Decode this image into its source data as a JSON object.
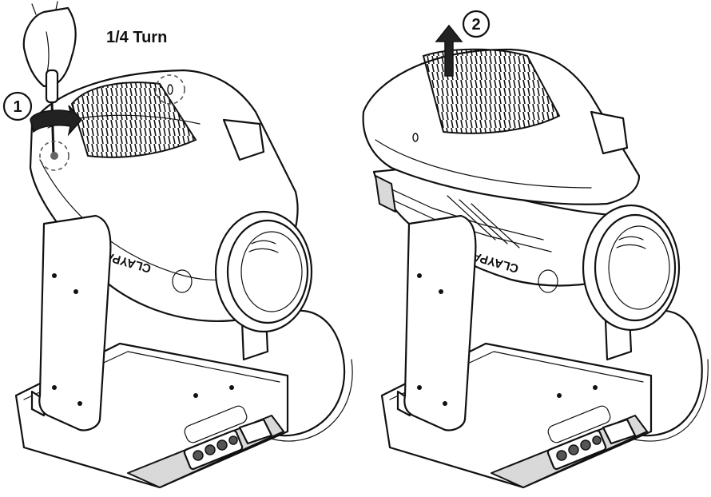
{
  "diagram": {
    "left_panel": {
      "step_number": "1",
      "instruction": "1/4 Turn",
      "brand_text": "CLAYPAKY"
    },
    "right_panel": {
      "step_number": "2",
      "brand_text": "CLAYPAKY"
    }
  },
  "colors": {
    "line": "#111111",
    "fill": "#ffffff",
    "shade": "#d9d9d9"
  }
}
